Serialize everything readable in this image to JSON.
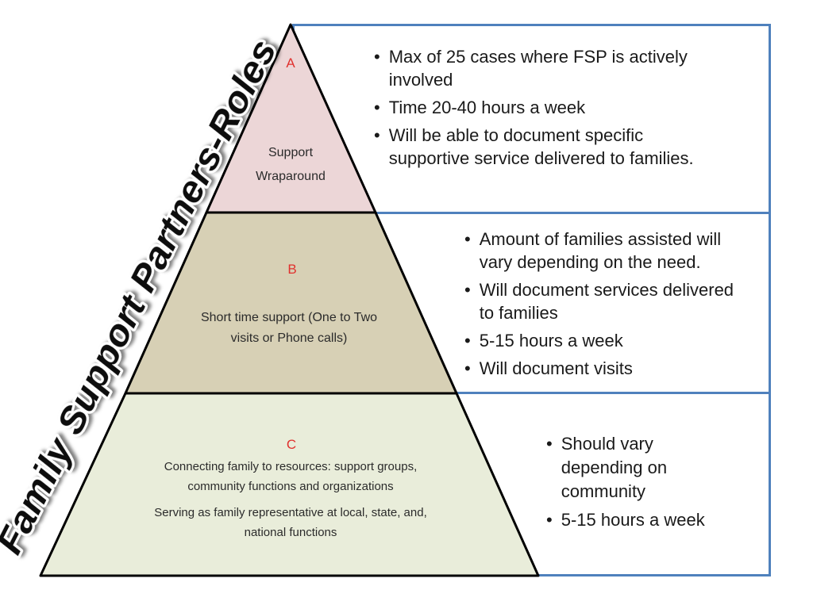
{
  "title": {
    "text": "Family Support Partners-Roles"
  },
  "colors": {
    "accent_blue": "#4f81bd",
    "tier_letter_red": "#e0312e",
    "tier_a_fill": "#ecd6d7",
    "tier_b_fill": "#d7d0b5",
    "tier_c_fill": "#e9edda",
    "outline_black": "#000000"
  },
  "pyramid": {
    "tiers": [
      {
        "letter": "A",
        "lines": [
          "Support",
          "Wraparound"
        ]
      },
      {
        "letter": "B",
        "lines": [
          "Short time support (One to Two",
          "visits or Phone calls)"
        ]
      },
      {
        "letter": "C",
        "paragraph1_lines": [
          "Connecting family to resources: support groups,",
          "community functions and organizations"
        ],
        "paragraph2_lines": [
          "Serving as family representative at local, state, and,",
          "national functions"
        ]
      }
    ]
  },
  "callouts": [
    {
      "bullets": [
        "Max of 25 cases where FSP is actively involved",
        "Time 20-40 hours a week",
        "Will be able to document specific supportive service delivered to families."
      ]
    },
    {
      "bullets": [
        "Amount of families assisted will vary depending on the need.",
        "Will document services delivered to families",
        "5-15 hours a week",
        "Will document visits"
      ]
    },
    {
      "bullets": [
        "Should vary depending on community",
        "5-15 hours a week"
      ]
    }
  ]
}
